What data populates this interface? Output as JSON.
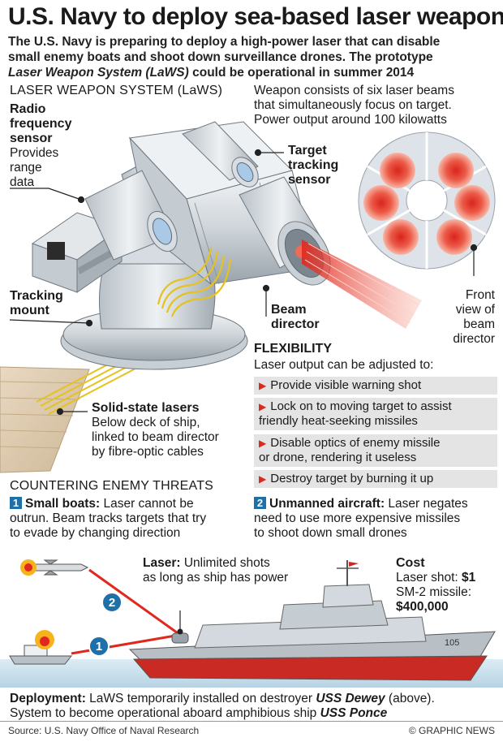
{
  "title": "U.S. Navy to deploy sea-based laser weapon",
  "intro": {
    "line1": "The U.S. Navy is preparing to deploy a high-power laser that can disable",
    "line2": "small enemy boats and shoot down surveillance drones. The prototype",
    "line3_italic": "Laser Weapon System (LaWS)",
    "line3_rest": " could be operational in summer 2014"
  },
  "system_heading": {
    "first": "L",
    "rest": "ASER ",
    "w2f": "W",
    "w2r": "EAPON ",
    "w3f": "S",
    "w3r": "YSTEM (L",
    "w4": "a",
    "w5": "WS)"
  },
  "system_heading_text": "LASER WEAPON SYSTEM (LaWS)",
  "beams_note": {
    "line1": "Weapon consists of six laser beams",
    "line2": "that simultaneously focus on target.",
    "line3": "Power output around 100 kilowatts"
  },
  "rf_sensor": {
    "title1": "Radio",
    "title2": "frequency",
    "title3": "sensor",
    "desc1": "Provides",
    "desc2": "range",
    "desc3": "data"
  },
  "target_sensor": {
    "line1": "Target",
    "line2": "tracking",
    "line3": "sensor"
  },
  "tracking_mount": {
    "line1": "Tracking",
    "line2": "mount"
  },
  "beam_director": {
    "line1": "Beam",
    "line2": "director"
  },
  "front_view": {
    "line1": "Front",
    "line2": "view of",
    "line3": "beam",
    "line4": "director"
  },
  "lasers": {
    "title": "Solid-state lasers",
    "desc1": "Below deck of ship,",
    "desc2": "linked to beam director",
    "desc3": "by fibre-optic cables"
  },
  "flexibility": {
    "heading": "FLEXIBILITY",
    "intro": "Laser output can be adjusted to:",
    "items": [
      {
        "line1": "Provide visible warning shot",
        "line2": ""
      },
      {
        "line1": "Lock on to moving target to assist",
        "line2": "friendly heat-seeking missiles"
      },
      {
        "line1": "Disable optics of enemy missile",
        "line2": "or drone, rendering it useless"
      },
      {
        "line1": "Destroy target by burning it up",
        "line2": ""
      }
    ]
  },
  "threats": {
    "heading": "COUNTERING ENEMY THREATS",
    "one": {
      "num": "1",
      "title": "Small boats:",
      "t1": " Laser cannot be",
      "t2": "outrun. Beam tracks targets that try",
      "t3": "to evade by changing direction"
    },
    "two": {
      "num": "2",
      "title": "Unmanned aircraft:",
      "t1": " Laser negates",
      "t2": "need to use more expensive missiles",
      "t3": "to shoot down small drones"
    }
  },
  "laser_note": {
    "title": "Laser:",
    "t1": " Unlimited shots",
    "t2": "as long as ship has power"
  },
  "cost": {
    "title": "Cost",
    "shot_label": "Laser shot: ",
    "shot_value": "$1",
    "missile_label": "SM-2 missile:",
    "missile_value": "$400,000"
  },
  "ship_hull_number": "105",
  "deployment": {
    "title": "Deployment:",
    "t1": " LaWS temporarily installed on destroyer ",
    "ship1": "USS Dewey",
    "t2": " (above).",
    "line2": "System to become operational aboard amphibious ship ",
    "ship2": "USS Ponce"
  },
  "source": "Source: U.S. Navy Office of Naval Research",
  "brand": "© GRAPHIC NEWS",
  "colors": {
    "accent_red": "#d62b1e",
    "badge_blue": "#1f6fa8",
    "panel_grey": "#e4e4e4",
    "sea_blue": "#cfe3ee"
  }
}
